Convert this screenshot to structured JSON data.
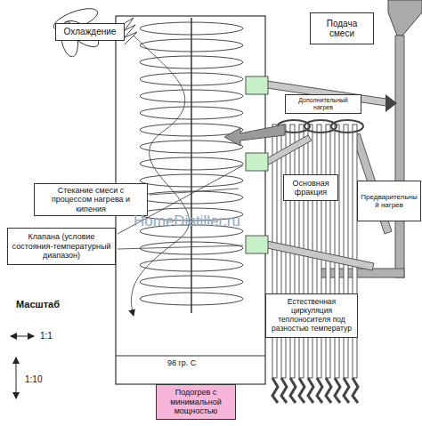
{
  "diagram": {
    "nodes": [
      {
        "text": [
          "Охлаждение"
        ]
      },
      {
        "text": [
          "Подача смеси"
        ]
      },
      {
        "text": [
          "Дополнительный нагрев"
        ]
      },
      {
        "text": [
          "Основная фракция"
        ]
      },
      {
        "text": [
          "Предварительный нагрев"
        ]
      },
      {
        "text": [
          "Стекание смеси с процессом нагрева и кипения"
        ]
      },
      {
        "text": [
          "Клапана (условие состояния-температурный диапазон)"
        ]
      },
      {
        "text": [
          "Естественная циркуляция теплоносителя под разностью температур"
        ]
      },
      {
        "text": [
          "Подогрев с минимальной мощностью"
        ]
      }
    ],
    "labels": [
      "Масштаб",
      "1:1",
      "1:10",
      "98 гр. С",
      "HomeDistiller.ru"
    ]
  }
}
